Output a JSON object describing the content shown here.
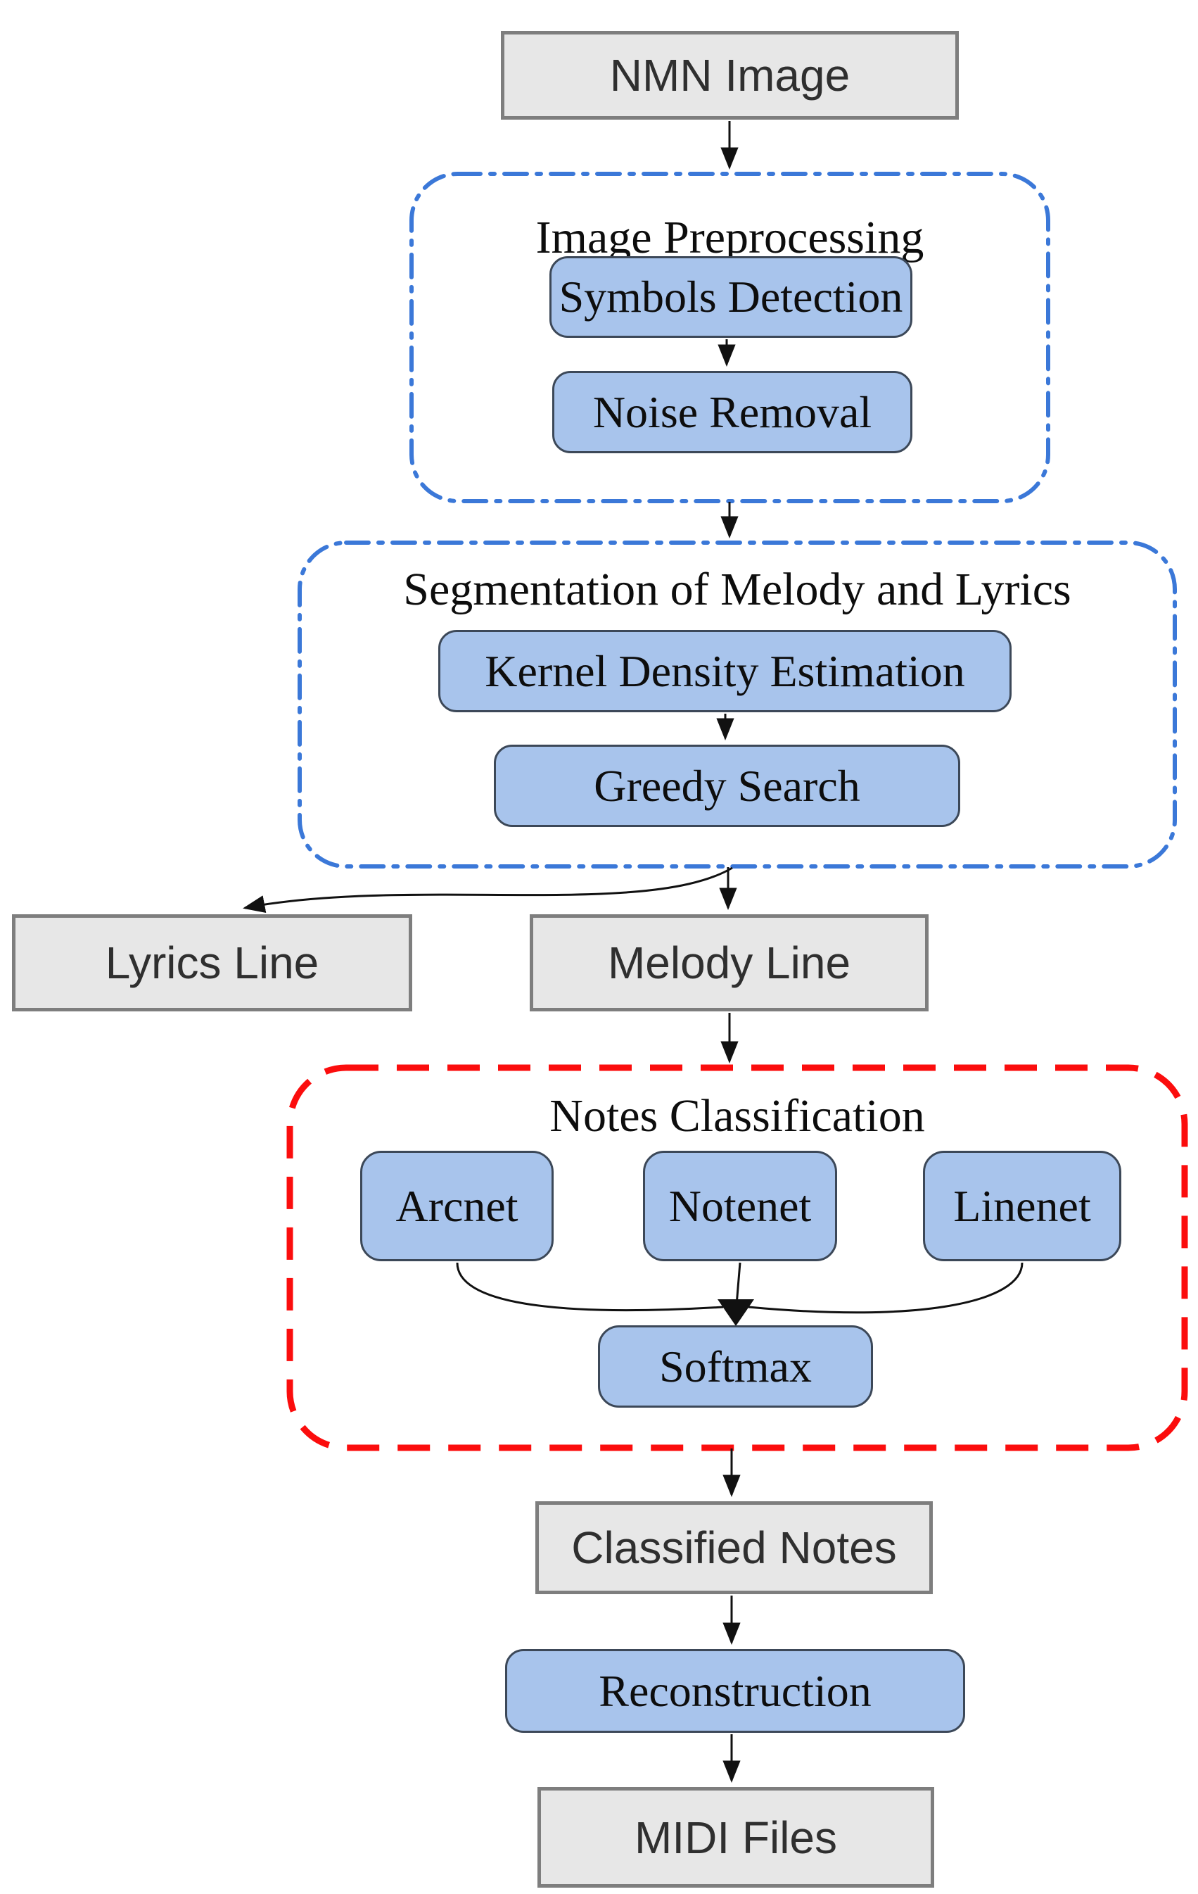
{
  "colors": {
    "canvas_bg": "#ffffff",
    "process_fill": "#a8c4ec",
    "process_border": "#3c4858",
    "io_fill": "#e7e7e7",
    "io_border": "#7e7e7e",
    "group_blue_border": "#3b78d8",
    "group_red_border": "#fb0d0d",
    "edge_color": "#111111",
    "label_color": "#0d0d0d",
    "io_label_color": "#2f2f2f"
  },
  "nodes": {
    "nmn_image": {
      "label": "NMN Image",
      "type": "io"
    },
    "symbols_detection": {
      "label": "Symbols Detection",
      "type": "process"
    },
    "noise_removal": {
      "label": "Noise Removal",
      "type": "process"
    },
    "kernel_density_estimation": {
      "label": "Kernel Density Estimation",
      "type": "process"
    },
    "greedy_search": {
      "label": "Greedy Search",
      "type": "process"
    },
    "lyrics_line": {
      "label": "Lyrics Line",
      "type": "io"
    },
    "melody_line": {
      "label": "Melody Line",
      "type": "io"
    },
    "arcnet": {
      "label": "Arcnet",
      "type": "process"
    },
    "notenet": {
      "label": "Notenet",
      "type": "process"
    },
    "linenet": {
      "label": "Linenet",
      "type": "process"
    },
    "softmax": {
      "label": "Softmax",
      "type": "process"
    },
    "classified_notes": {
      "label": "Classified Notes",
      "type": "io"
    },
    "reconstruction": {
      "label": "Reconstruction",
      "type": "process"
    },
    "midi_files": {
      "label": "MIDI Files",
      "type": "io"
    }
  },
  "groups": {
    "image_preprocessing": {
      "label": "Image Preprocessing",
      "border_style": "dash-dot",
      "border_color": "#3b78d8"
    },
    "segmentation": {
      "label": "Segmentation of Melody and Lyrics",
      "border_style": "dash-dot",
      "border_color": "#3b78d8"
    },
    "notes_classification": {
      "label": "Notes Classification",
      "border_style": "dashed",
      "border_color": "#fb0d0d"
    }
  },
  "edges": [
    {
      "from": "nmn_image",
      "to": "image_preprocessing"
    },
    {
      "from": "symbols_detection",
      "to": "noise_removal"
    },
    {
      "from": "image_preprocessing",
      "to": "segmentation"
    },
    {
      "from": "kernel_density_estimation",
      "to": "greedy_search"
    },
    {
      "from": "segmentation",
      "to": "melody_line"
    },
    {
      "from": "segmentation",
      "to": "lyrics_line"
    },
    {
      "from": "melody_line",
      "to": "notes_classification"
    },
    {
      "from": "arcnet",
      "to": "softmax"
    },
    {
      "from": "notenet",
      "to": "softmax"
    },
    {
      "from": "linenet",
      "to": "softmax"
    },
    {
      "from": "notes_classification",
      "to": "classified_notes"
    },
    {
      "from": "classified_notes",
      "to": "reconstruction"
    },
    {
      "from": "reconstruction",
      "to": "midi_files"
    }
  ]
}
